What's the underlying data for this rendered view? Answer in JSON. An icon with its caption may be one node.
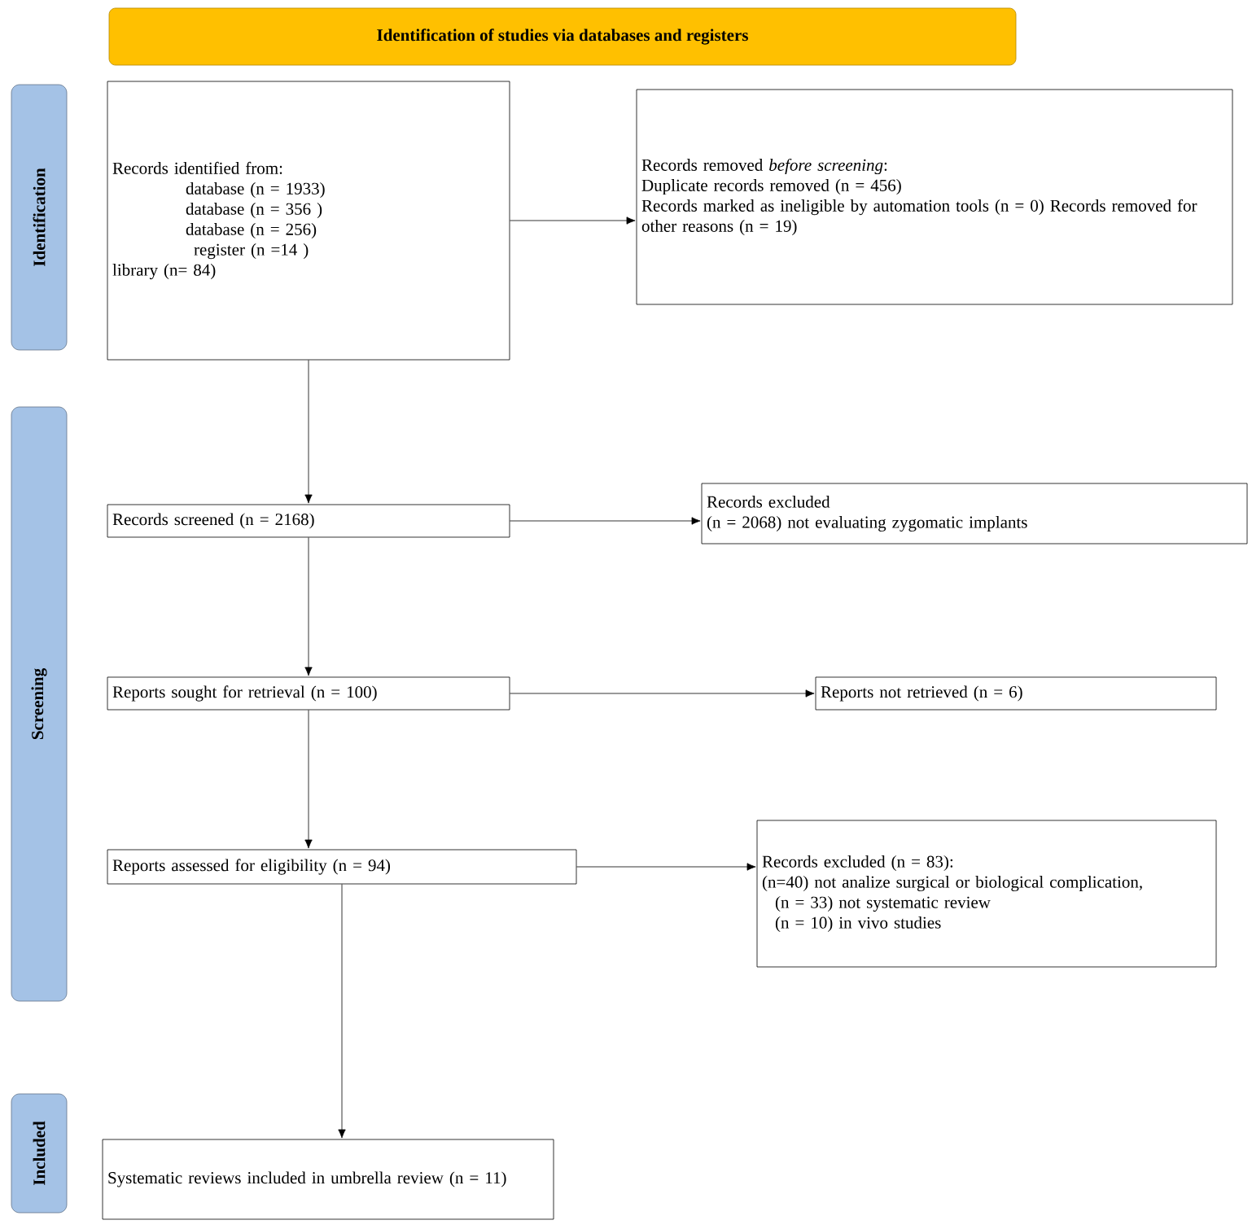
{
  "diagram": {
    "title": "Identification of studies via databases and registers",
    "nodes": [
      {
        "text": [
          "Identification"
        ]
      },
      {
        "text": [
          "Screening"
        ]
      },
      {
        "text": [
          "Included"
        ]
      },
      {
        "text": [
          "Records identified from:",
          "database (n = 1933)",
          "database (n = 356 )",
          "database (n = 256)",
          "register (n =14 )",
          "library (n= 84)"
        ]
      },
      {
        "text": [
          "Records removed *before screening*:",
          "Duplicate records removed (n = 456)",
          "Records marked as ineligible by automation tools (n = 0) Records removed for other reasons (n = 19)"
        ]
      },
      {
        "text": [
          "Records screened (n = 2168)"
        ]
      },
      {
        "text": [
          "Records excluded",
          "(n = 2068) not evaluating zygomatic implants"
        ]
      },
      {
        "text": [
          "Reports sought for retrieval (n = 100)"
        ]
      },
      {
        "text": [
          "Reports not retrieved (n = 6)"
        ]
      },
      {
        "text": [
          "Reports assessed for eligibility (n = 94)"
        ]
      },
      {
        "text": [
          "Records excluded (n = 83):",
          "(n=40) not analize surgical or biological complication,",
          "(n = 33) not systematic review",
          "(n = 10) in vivo studies"
        ]
      },
      {
        "text": [
          "Systematic reviews included in umbrella review (n = 11)"
        ]
      }
    ],
    "edges": [
      {
        "from": 3,
        "to": 4,
        "arrow": "to"
      },
      {
        "from": 3,
        "to": 5,
        "arrow": "to"
      },
      {
        "from": 5,
        "to": 6,
        "arrow": "to"
      },
      {
        "from": 5,
        "to": 7,
        "arrow": "to"
      },
      {
        "from": 7,
        "to": 8,
        "arrow": "to"
      },
      {
        "from": 7,
        "to": 9,
        "arrow": "to"
      },
      {
        "from": 9,
        "to": 10,
        "arrow": "to"
      },
      {
        "from": 9,
        "to": 11,
        "arrow": "to"
      }
    ]
  }
}
